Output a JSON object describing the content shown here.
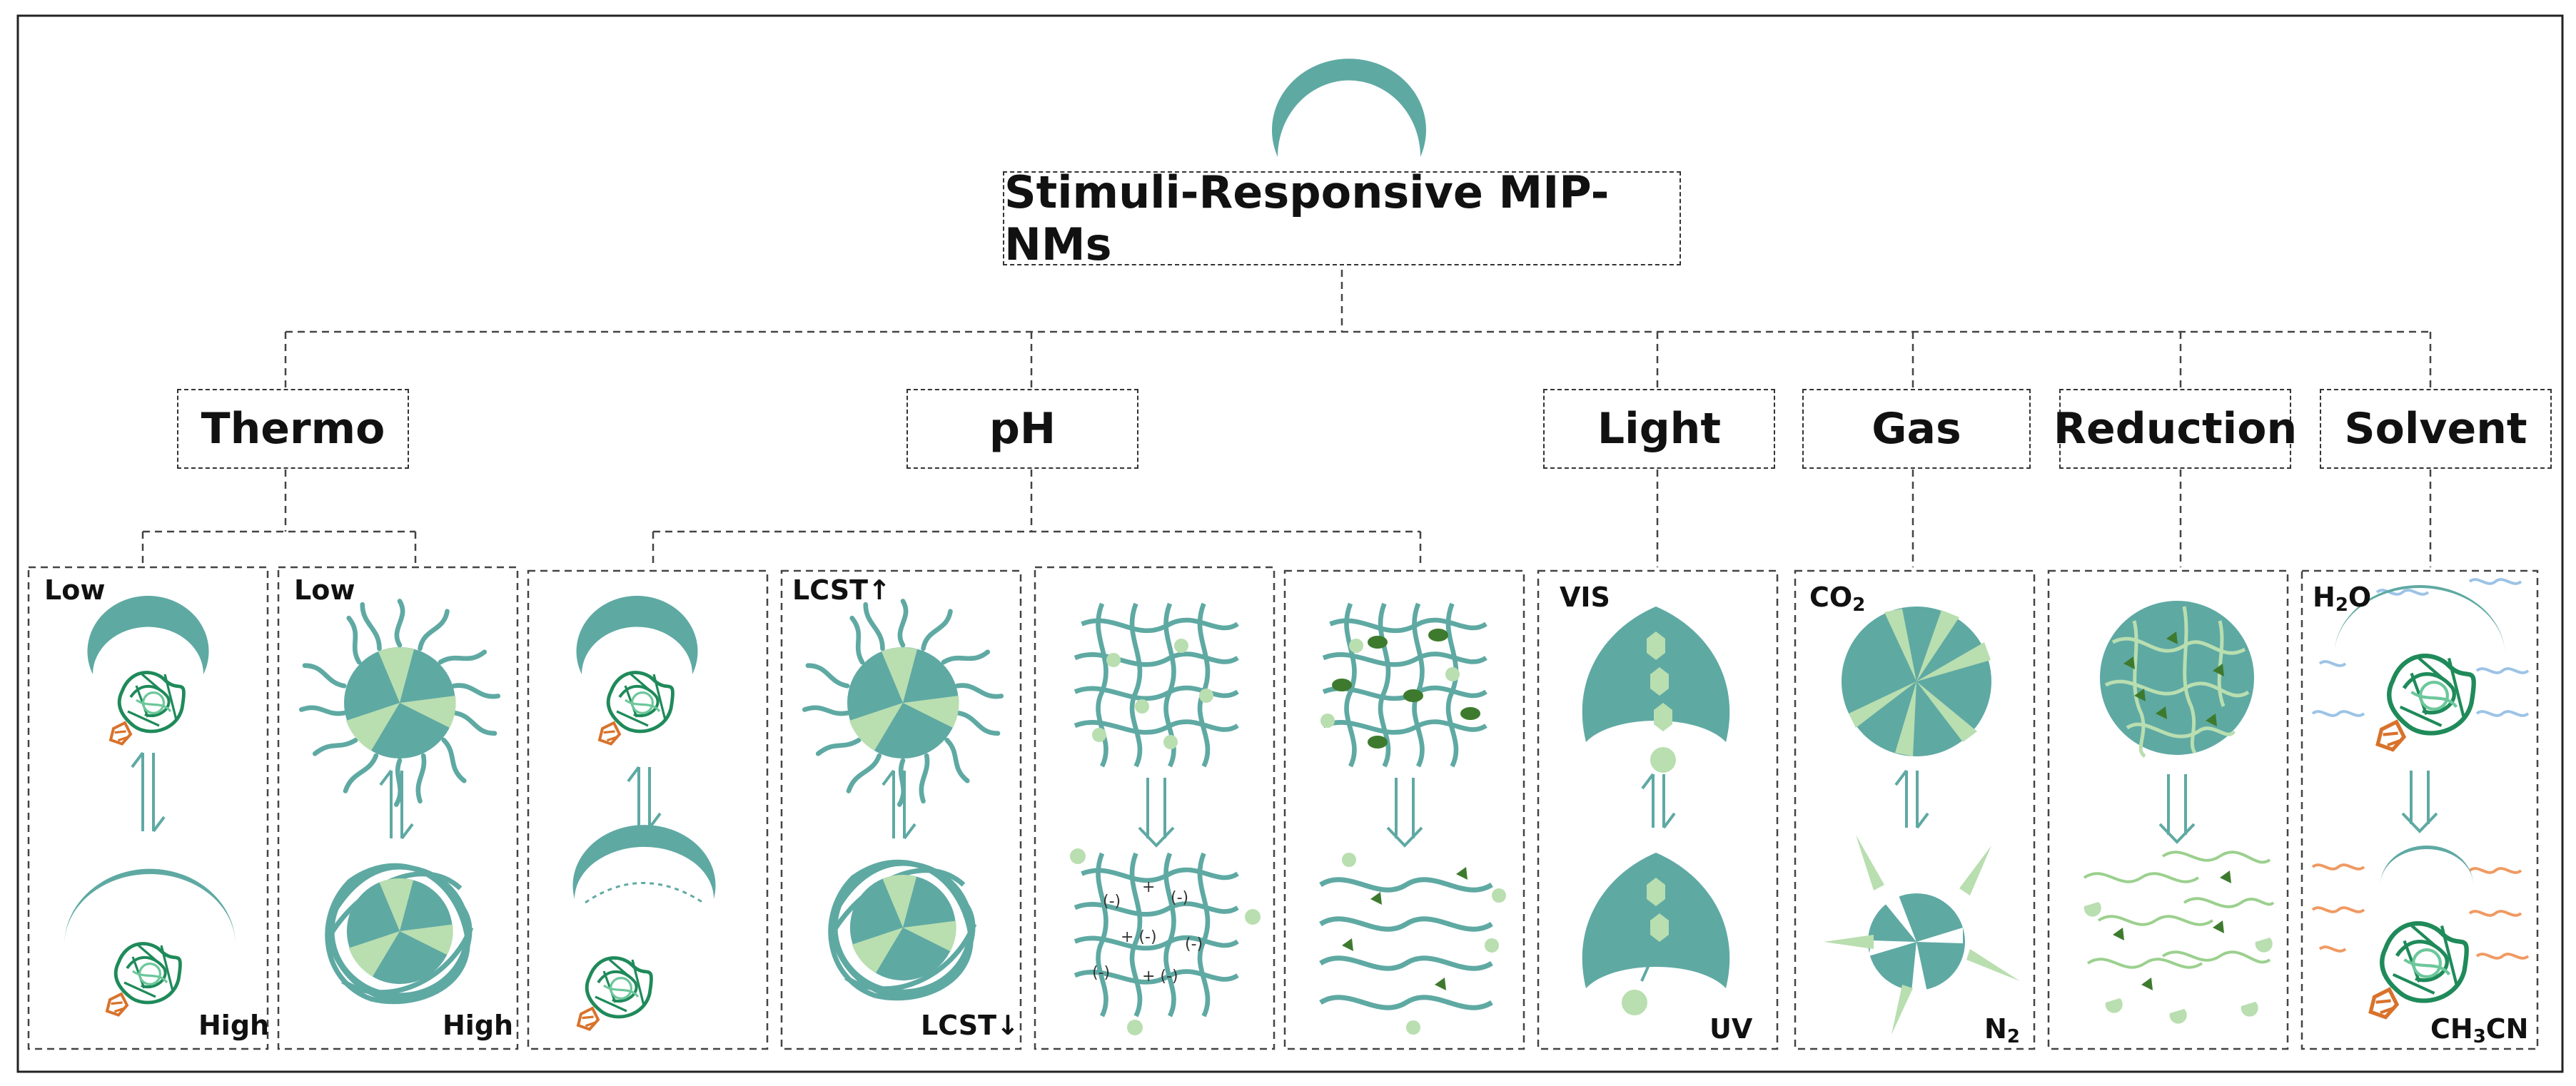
{
  "title": "Stimuli-Responsive MIP-NMs",
  "categories": {
    "thermo": "Thermo",
    "ph": "pH",
    "light": "Light",
    "gas": "Gas",
    "reduction": "Reduction",
    "solvent": "Solvent"
  },
  "panels": {
    "thermo1": {
      "top": "Low",
      "bottom": "High"
    },
    "thermo2": {
      "top": "Low",
      "bottom": "High"
    },
    "ph2": {
      "top": "LCST↑",
      "bottom": "LCST↓"
    },
    "light": {
      "top": "VIS",
      "bottom": "UV"
    },
    "gas": {
      "top_main": "CO",
      "top_sub": "2",
      "bottom_main": "N",
      "bottom_sub": "2"
    },
    "solvent": {
      "top_main": "H",
      "top_sub": "2",
      "top_rest": "O",
      "bottom_main": "CH",
      "bottom_sub": "3",
      "bottom_rest": "CN"
    }
  },
  "colors": {
    "teal": "#5fa9a3",
    "light_green": "#b9deb0",
    "dark_green": "#3e7a2e",
    "protein_green": "#1f8a5a",
    "protein_orange": "#d9722b",
    "wave_blue": "#9cc3e6",
    "wave_orange": "#ef9a63"
  }
}
